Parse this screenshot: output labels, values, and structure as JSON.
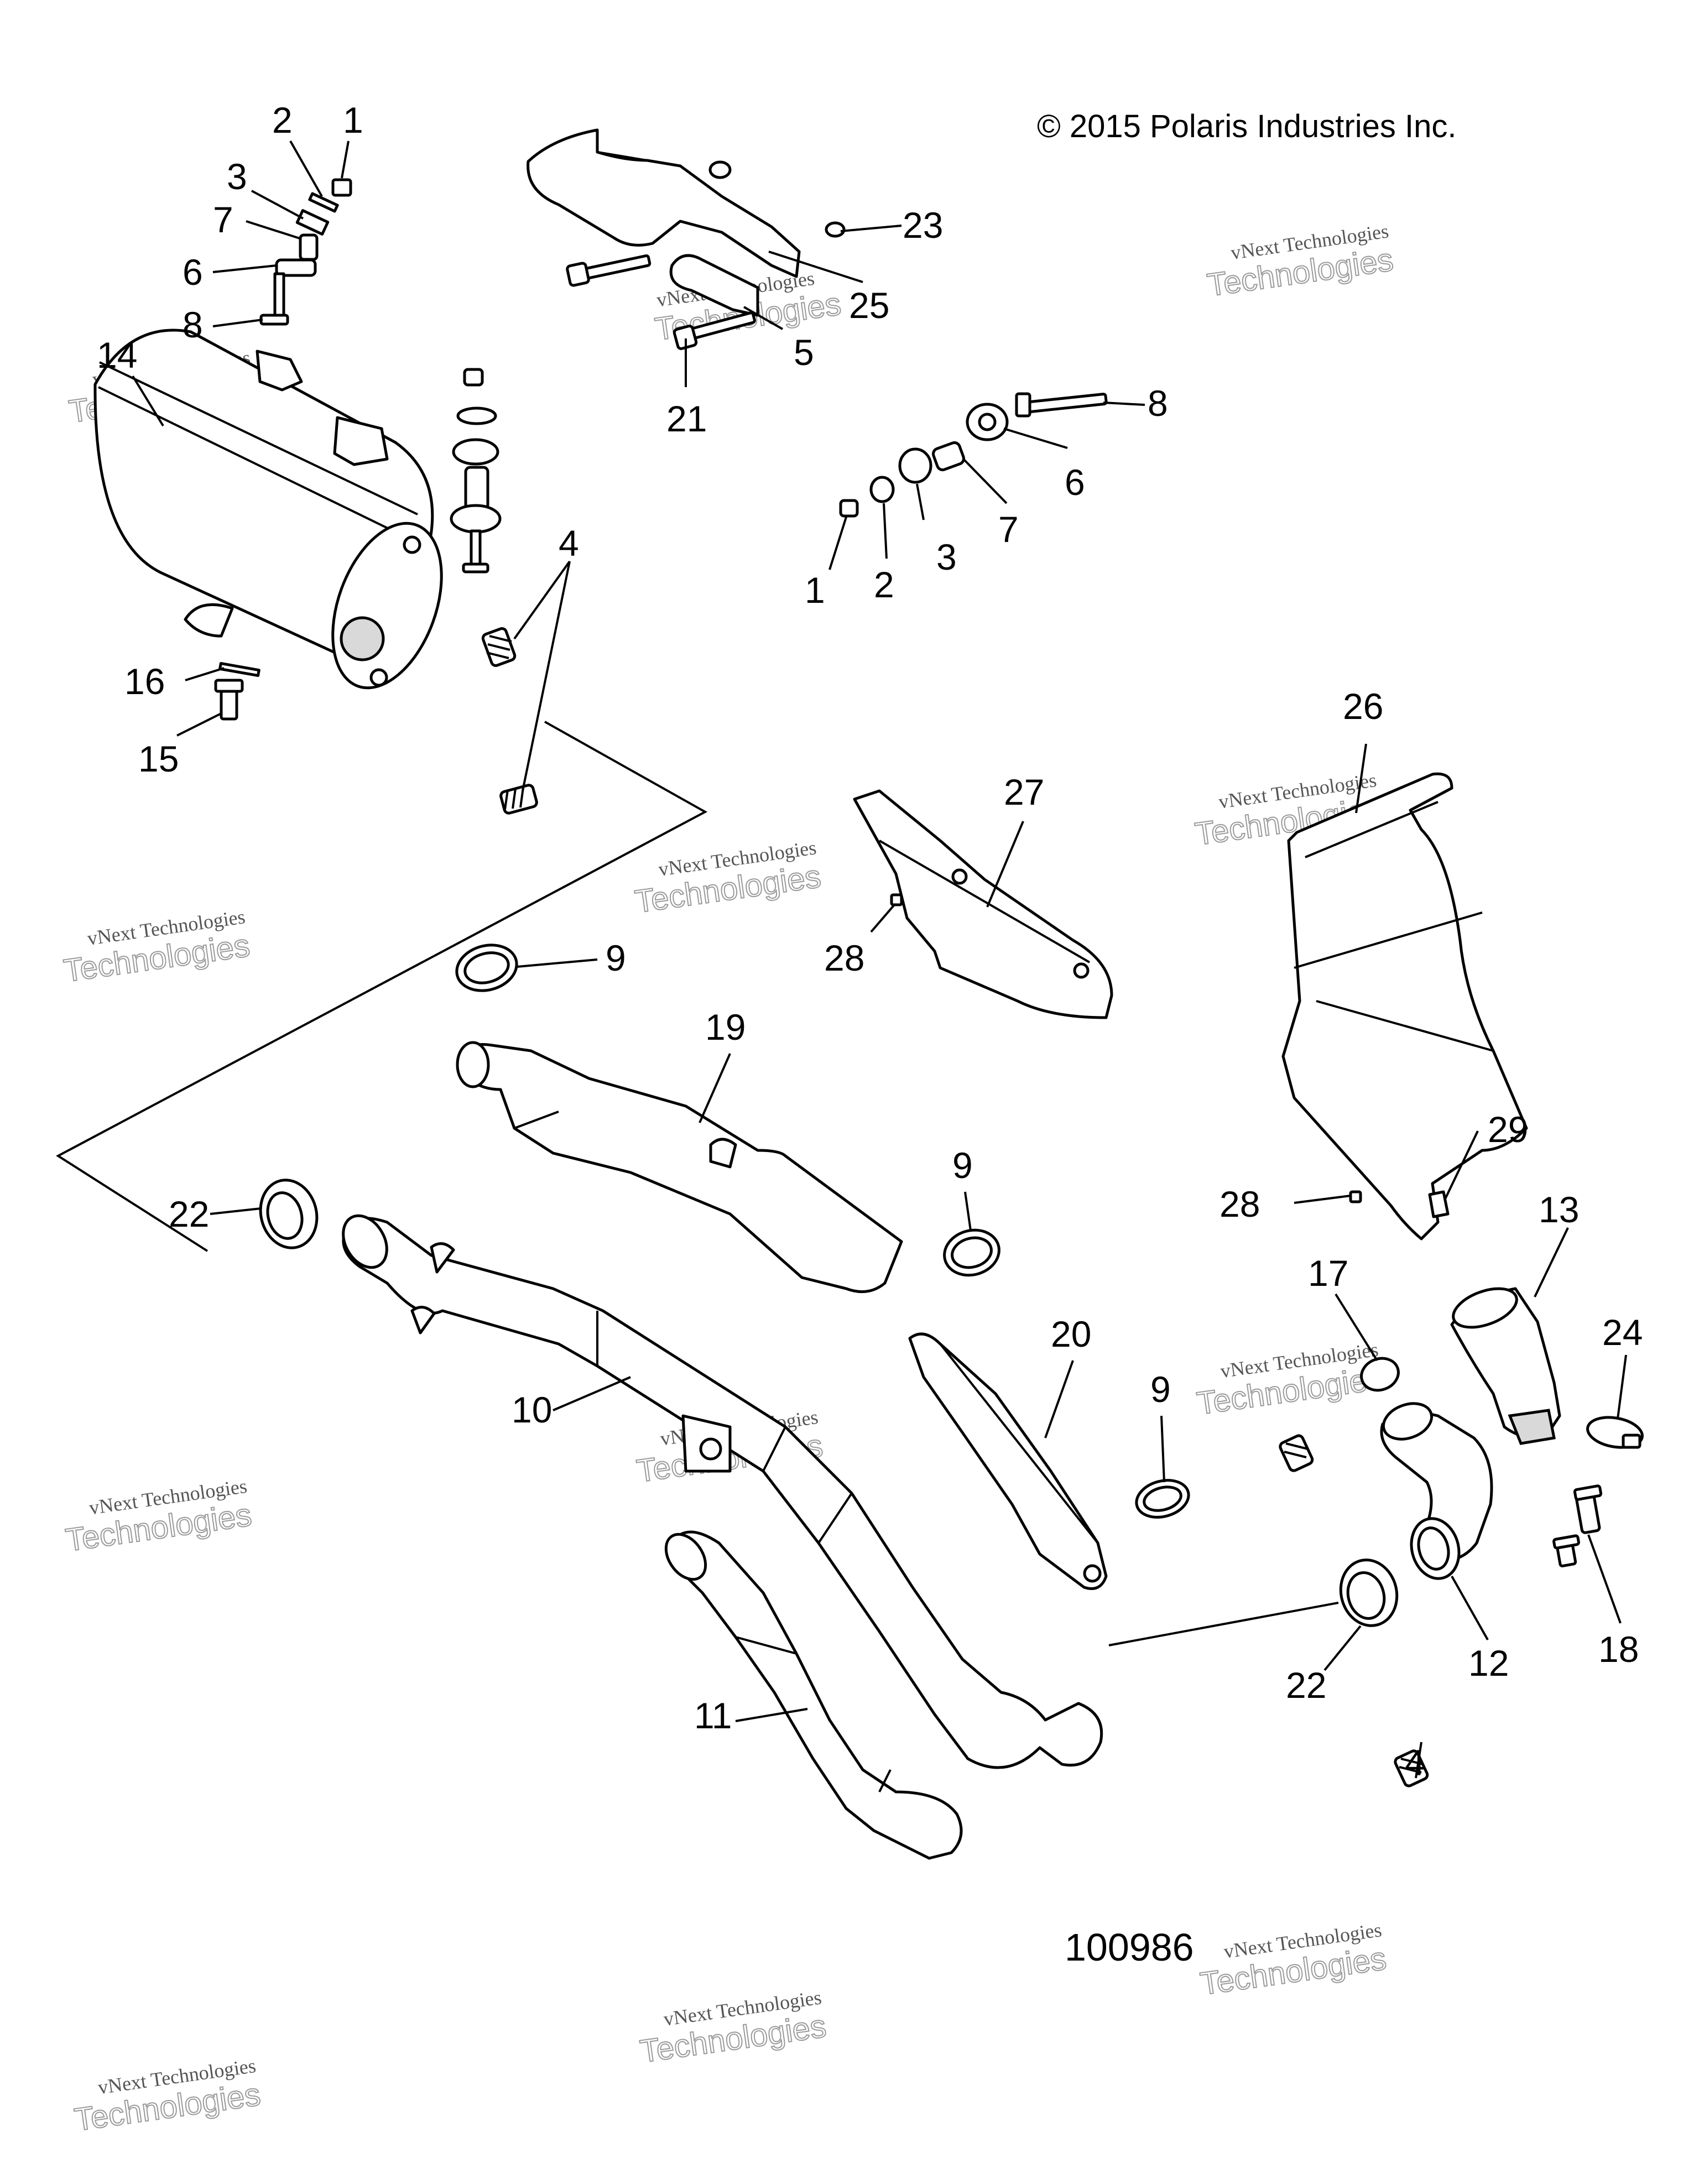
{
  "copyright": "© 2015 Polaris Industries Inc.",
  "figure_number": "100986",
  "watermark": {
    "line1": "vNext Technologies",
    "line2": "Technologies",
    "small": "vNext"
  },
  "callouts": [
    {
      "id": "c-1a",
      "text": "1"
    },
    {
      "id": "c-2a",
      "text": "2"
    },
    {
      "id": "c-3a",
      "text": "3"
    },
    {
      "id": "c-7a",
      "text": "7"
    },
    {
      "id": "c-6a",
      "text": "6"
    },
    {
      "id": "c-8a",
      "text": "8"
    },
    {
      "id": "c-14",
      "text": "14"
    },
    {
      "id": "c-16",
      "text": "16"
    },
    {
      "id": "c-15",
      "text": "15"
    },
    {
      "id": "c-4a",
      "text": "4"
    },
    {
      "id": "c-23",
      "text": "23"
    },
    {
      "id": "c-25",
      "text": "25"
    },
    {
      "id": "c-5",
      "text": "5"
    },
    {
      "id": "c-21",
      "text": "21"
    },
    {
      "id": "c-8b",
      "text": "8"
    },
    {
      "id": "c-6b",
      "text": "6"
    },
    {
      "id": "c-7b",
      "text": "7"
    },
    {
      "id": "c-3b",
      "text": "3"
    },
    {
      "id": "c-2b",
      "text": "2"
    },
    {
      "id": "c-1b",
      "text": "1"
    },
    {
      "id": "c-26",
      "text": "26"
    },
    {
      "id": "c-27",
      "text": "27"
    },
    {
      "id": "c-28a",
      "text": "28"
    },
    {
      "id": "c-9a",
      "text": "9"
    },
    {
      "id": "c-19",
      "text": "19"
    },
    {
      "id": "c-28b",
      "text": "28"
    },
    {
      "id": "c-29",
      "text": "29"
    },
    {
      "id": "c-22a",
      "text": "22"
    },
    {
      "id": "c-9b",
      "text": "9"
    },
    {
      "id": "c-13",
      "text": "13"
    },
    {
      "id": "c-17",
      "text": "17"
    },
    {
      "id": "c-24",
      "text": "24"
    },
    {
      "id": "c-20",
      "text": "20"
    },
    {
      "id": "c-10",
      "text": "10"
    },
    {
      "id": "c-9c",
      "text": "9"
    },
    {
      "id": "c-12",
      "text": "12"
    },
    {
      "id": "c-18",
      "text": "18"
    },
    {
      "id": "c-22b",
      "text": "22"
    },
    {
      "id": "c-11",
      "text": "11"
    },
    {
      "id": "c-4b",
      "text": "4"
    }
  ]
}
